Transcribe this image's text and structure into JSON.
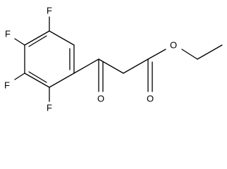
{
  "molecule": {
    "atoms": {
      "f1": "F",
      "f2": "F",
      "f3": "F",
      "f4": "F",
      "o_ketone": "O",
      "o_ester_carbonyl": "O",
      "o_ester_link": "O"
    }
  }
}
